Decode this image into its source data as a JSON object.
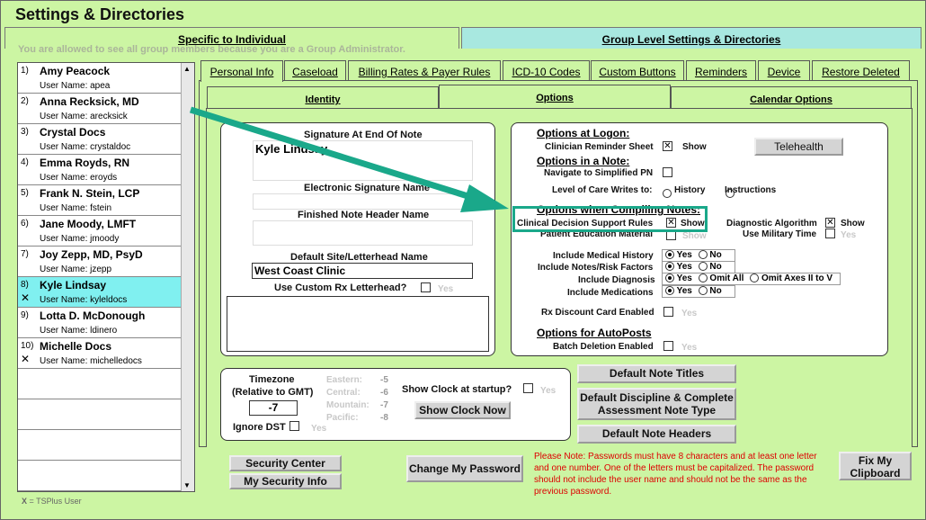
{
  "window": {
    "title": "Settings & Directories"
  },
  "top_tabs": {
    "specific": "Specific to Individual",
    "group": "Group Level Settings & Directories"
  },
  "notice": "You are allowed to see all group members because you are a Group Administrator.",
  "users": [
    {
      "num": "1)",
      "name": "Amy Peacock",
      "username": "User Name: apea",
      "x": ""
    },
    {
      "num": "2)",
      "name": "Anna Recksick, MD",
      "username": "User Name: arecksick",
      "x": ""
    },
    {
      "num": "3)",
      "name": "Crystal Docs",
      "username": "User Name: crystaldoc",
      "x": ""
    },
    {
      "num": "4)",
      "name": "Emma Royds, RN",
      "username": "User Name: eroyds",
      "x": ""
    },
    {
      "num": "5)",
      "name": "Frank N. Stein, LCP",
      "username": "User Name: fstein",
      "x": ""
    },
    {
      "num": "6)",
      "name": "Jane Moody, LMFT",
      "username": "User Name: jmoody",
      "x": ""
    },
    {
      "num": "7)",
      "name": "Joy Zepp, MD, PsyD",
      "username": "User Name: jzepp",
      "x": ""
    },
    {
      "num": "8)",
      "name": "Kyle Lindsay",
      "username": "User Name: kyleldocs",
      "x": "✕"
    },
    {
      "num": "9)",
      "name": "Lotta D. McDonough",
      "username": "User Name: ldinero",
      "x": ""
    },
    {
      "num": "10)",
      "name": "Michelle Docs",
      "username": "User Name: michelledocs",
      "x": "✕"
    }
  ],
  "x_note": "X = TSPlus User",
  "sub_tabs": [
    "Personal Info",
    "Caseload",
    "Billing Rates & Payer Rules",
    "ICD-10 Codes",
    "Custom Buttons",
    "Reminders",
    "Device",
    "Restore Deleted"
  ],
  "option_tabs": [
    "Identity",
    "Options",
    "Calendar Options"
  ],
  "signature": {
    "sig_label": "Signature At End Of Note",
    "sig_value": "Kyle Lindsay",
    "esig_label": "Electronic Signature Name",
    "header_label": "Finished Note Header Name",
    "site_label": "Default Site/Letterhead Name",
    "site_value": "West Coast Clinic",
    "rx_label": "Use Custom Rx Letterhead?",
    "rx_yes": "Yes"
  },
  "options": {
    "logon_head": "Options at Logon:",
    "reminder_label": "Clinician Reminder Sheet",
    "reminder_check": "☒",
    "show": "Show",
    "telehealth": "Telehealth",
    "note_head": "Options in a Note:",
    "nav_label": "Navigate to Simplified PN",
    "loc_label": "Level of Care Writes to:",
    "history": "History",
    "instructions": "Instructions",
    "compile_head": "Options when Compiling Notes:",
    "cds_label": "Clinical Decision Support Rules",
    "diag_label": "Diagnostic Algorithm",
    "pem_label": "Patient Education Material",
    "military_label": "Use Military Time",
    "med_history": "Include Medical History",
    "notes_risk": "Include Notes/Risk Factors",
    "diagnosis": "Include Diagnosis",
    "medications": "Include Medications",
    "yes": "Yes",
    "no": "No",
    "omit_all": "Omit All",
    "omit_axes": "Omit Axes II to V",
    "rx_discount": "Rx Discount Card Enabled",
    "autopost_head": "Options for AutoPosts",
    "batch_del": "Batch Deletion Enabled"
  },
  "timezone": {
    "title": "Timezone",
    "relative": "(Relative to GMT)",
    "value": "-7",
    "eastern": "Eastern:",
    "eastern_v": "-5",
    "central": "Central:",
    "central_v": "-6",
    "mountain": "Mountain:",
    "mountain_v": "-7",
    "pacific": "Pacific:",
    "pacific_v": "-8",
    "ignore_dst": "Ignore DST",
    "clock_label": "Show Clock at startup?",
    "show_clock": "Show Clock Now"
  },
  "buttons": {
    "note_titles": "Default Note Titles",
    "discipline": "Default Discipline & Complete Assessment Note Type",
    "note_headers": "Default Note Headers",
    "security_center": "Security Center",
    "my_security": "My Security Info",
    "change_pw": "Change My Password",
    "fix_clip": "Fix My Clipboard"
  },
  "pw_note": "Please Note: Passwords must have 8 characters and at least one letter and one number. One of the letters must be capitalized. The password should not include the user name and should not be the same as the previous password.",
  "colors": {
    "bg": "#ccf5a3",
    "selected_row": "#80f0f0",
    "annotation": "#1aa88a",
    "warning": "#dd0000"
  }
}
